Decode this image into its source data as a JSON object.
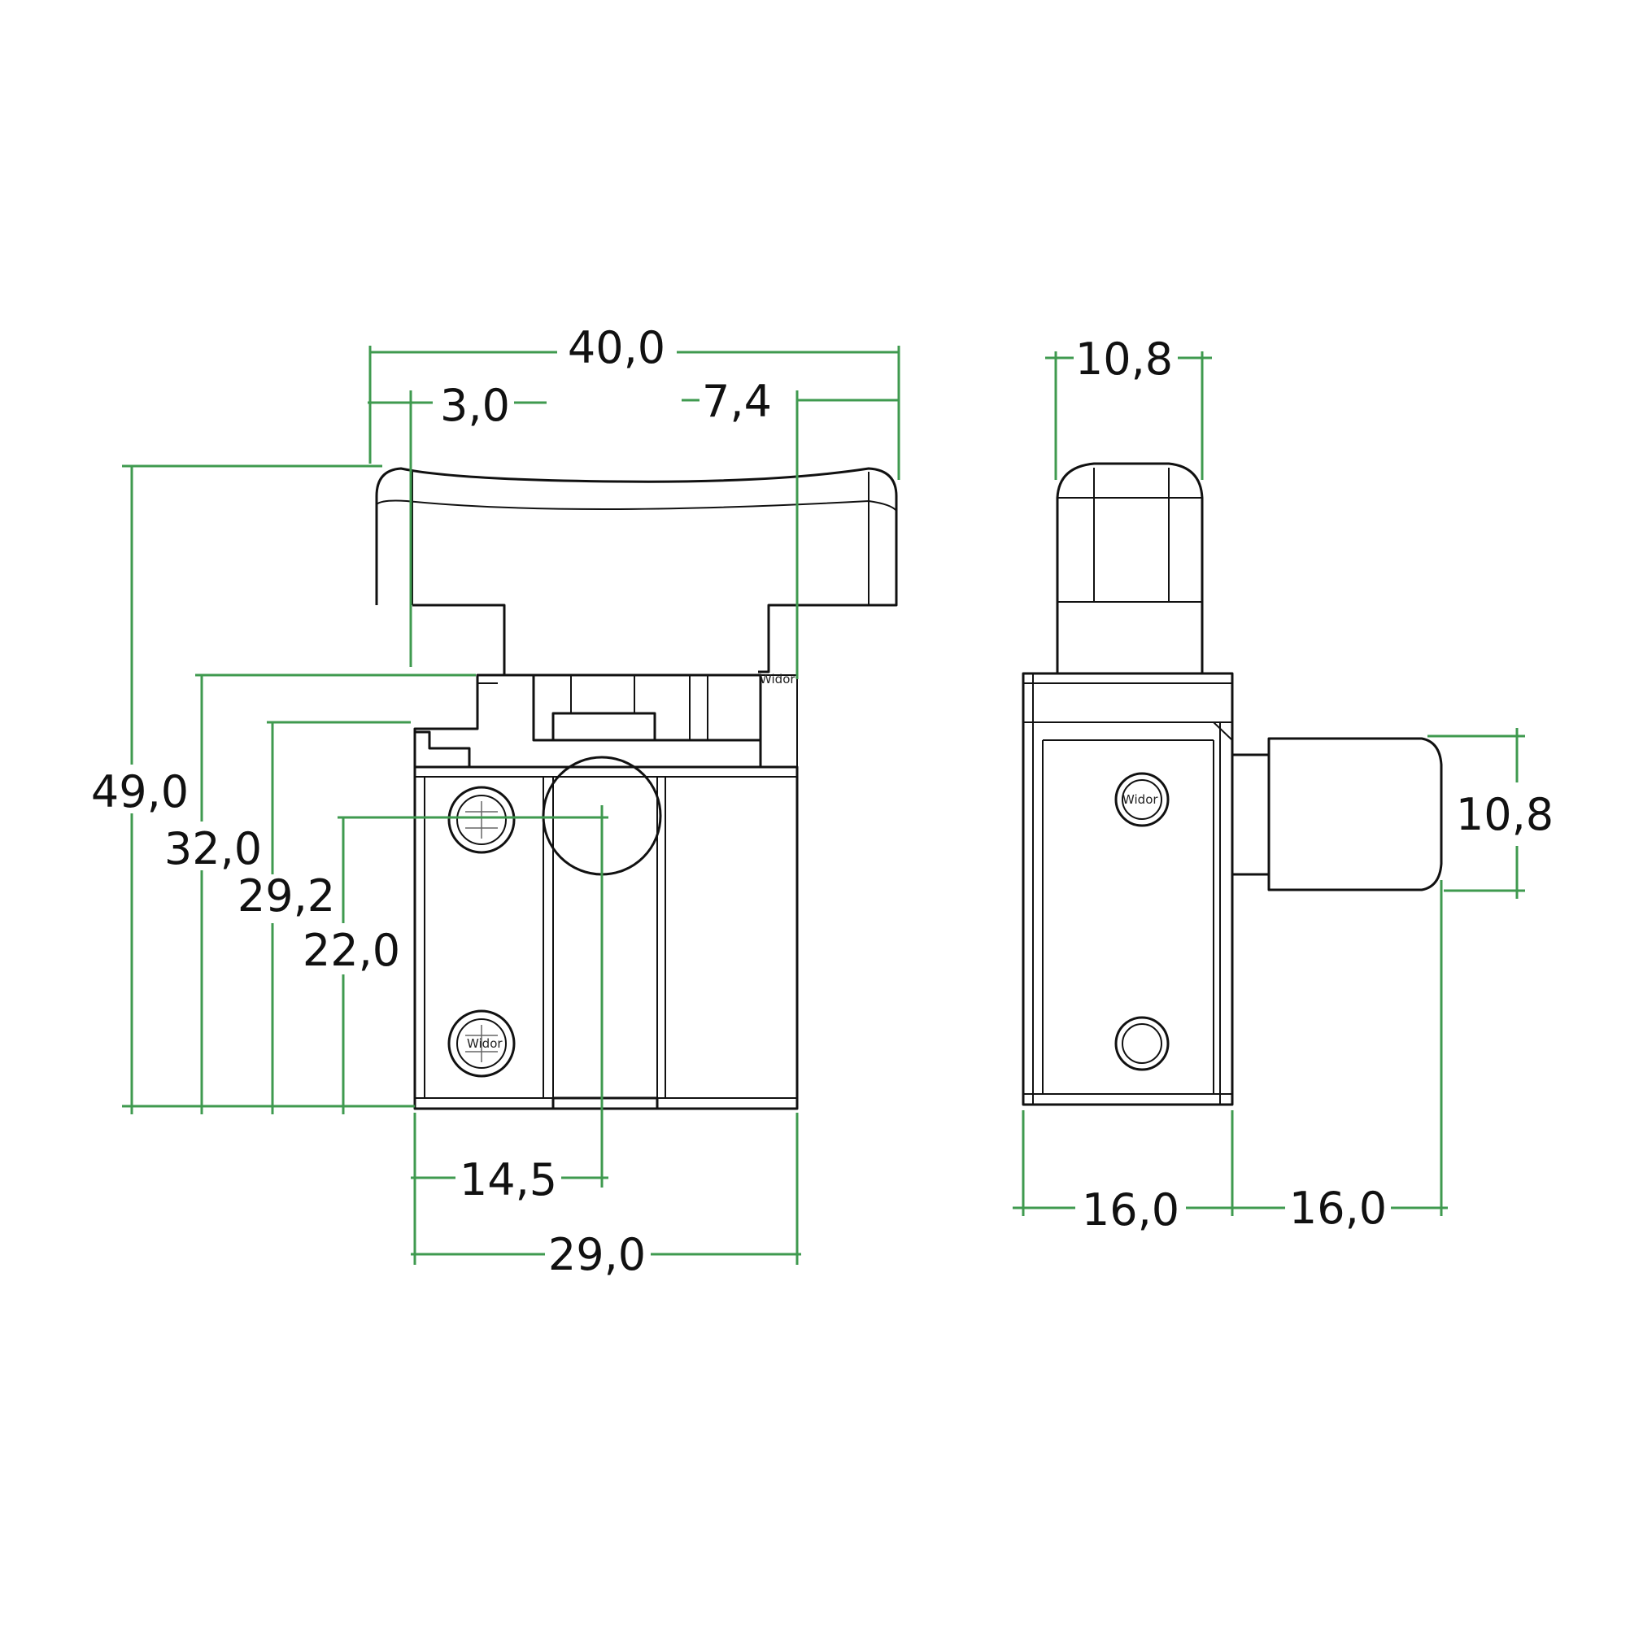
{
  "dimension_color": "#3f9a4f",
  "line_color": "#111111",
  "brand_mark": "Widor",
  "front_view": {
    "overall_width": "40,0",
    "left_lip": "3,0",
    "right_lip": "7,4",
    "total_height": "49,0",
    "body_height": "32,0",
    "mount_height": "29,2",
    "axis_height": "22,0",
    "half_width": "14,5",
    "body_width": "29,0"
  },
  "side_view": {
    "trigger_width": "10,8",
    "button_height": "10,8",
    "body_depth": "16,0",
    "button_reach": "16,0"
  }
}
